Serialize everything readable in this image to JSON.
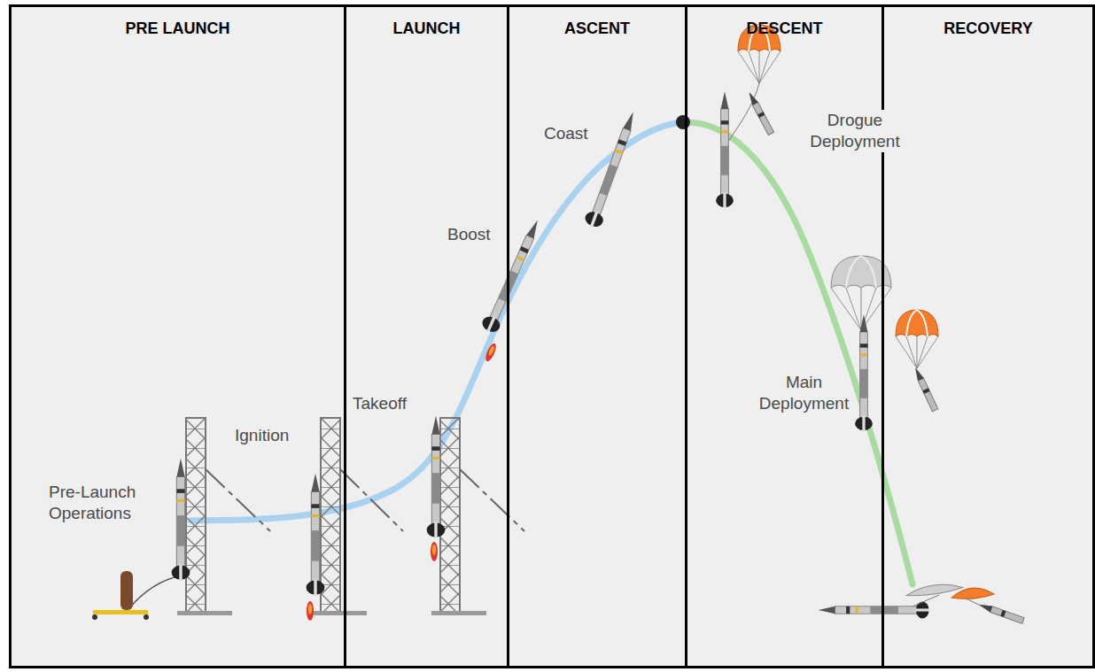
{
  "diagram": {
    "nodes": [
      {
        "text": [
          "PRE LAUNCH"
        ]
      },
      {
        "text": [
          "LAUNCH"
        ]
      },
      {
        "text": [
          "ASCENT"
        ]
      },
      {
        "text": [
          "DESCENT"
        ]
      },
      {
        "text": [
          "RECOVERY"
        ]
      }
    ],
    "labels": [
      "Pre-Launch Operations",
      "Ignition",
      "Takeoff",
      "Boost",
      "Coast",
      "Drogue Deployment",
      "Main Deployment"
    ]
  }
}
